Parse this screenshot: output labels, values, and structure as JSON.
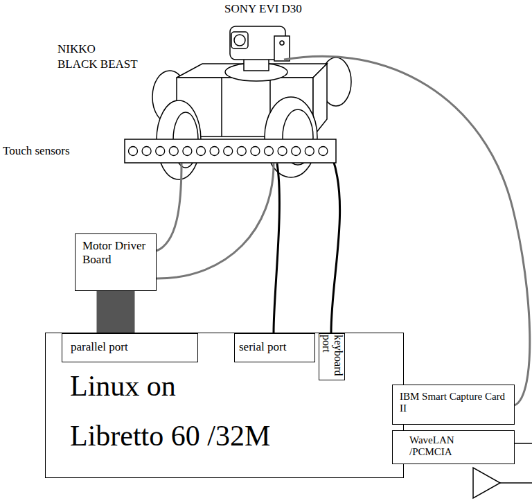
{
  "diagram": {
    "nodes": [
      {
        "text": [
          "Motor Driver Board"
        ]
      },
      {
        "text": [
          "Linux on Libretto 60 /32M"
        ]
      },
      {
        "text": [
          "parallel port"
        ],
        "in": 1
      },
      {
        "text": [
          "serial port"
        ],
        "in": 1
      },
      {
        "text": [
          "keyboard port"
        ],
        "in": 1
      },
      {
        "text": [
          "IBM Smart Capture Card II"
        ]
      },
      {
        "text": [
          "WaveLAN /PCMCIA"
        ]
      }
    ],
    "edges": [
      {
        "from": 0,
        "to": 2,
        "arrow": "none"
      }
    ],
    "labels": [
      "SONY EVI D30",
      "NIKKO BLACK BEAST",
      "Touch sensors"
    ]
  }
}
